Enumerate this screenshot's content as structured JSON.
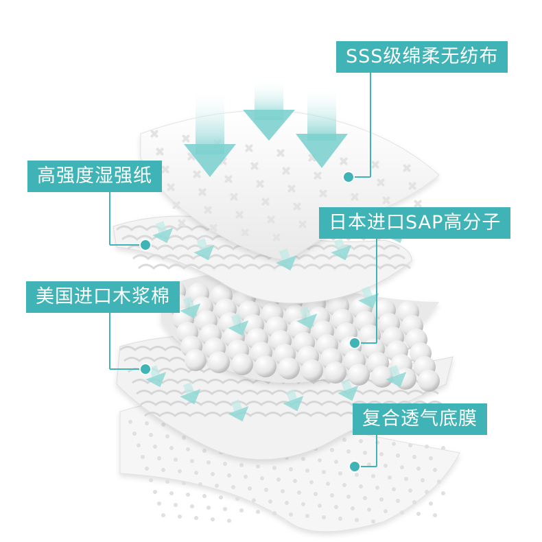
{
  "labels": [
    {
      "id": "sss",
      "text": "SSS级绵柔无纺布"
    },
    {
      "id": "wet-paper",
      "text": "高强度湿强纸"
    },
    {
      "id": "sap",
      "text": "日本进口SAP高分子"
    },
    {
      "id": "wood-pulp",
      "text": "美国进口木浆棉"
    },
    {
      "id": "bottom-film",
      "text": "复合透气底膜"
    }
  ],
  "colors": {
    "accent": "#3fb3b5",
    "label_text": "#ffffff",
    "layer_fill": "#f4f4f4",
    "layer_shadow": "#d9d9d9",
    "arrow": "#8fd8d6"
  },
  "icons": {
    "pattern_top": "cross-pattern",
    "arrows": "down-arrow",
    "bottom_pattern": "dot-pattern"
  }
}
